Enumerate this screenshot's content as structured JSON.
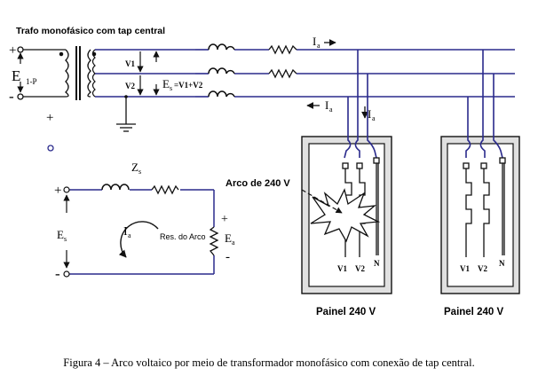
{
  "transformer": {
    "title": "Trafo monofásico com tap central",
    "primary_label": "E",
    "primary_sub": "1-P",
    "sec_v1": "V1",
    "sec_v2": "V2",
    "es_main": "E",
    "es_sub": "s",
    "es_rest": "=V1+V2",
    "plus": "+",
    "minus": "-",
    "plus2": "+"
  },
  "currents": {
    "top_main": "I",
    "top_sub": "a",
    "mid_main": "I",
    "mid_sub": "a",
    "down_main": "I",
    "down_sub": "a"
  },
  "equivalent": {
    "zs_main": "Z",
    "zs_sub": "s",
    "es_main": "E",
    "es_sub": "s",
    "ia_main": "I",
    "ia_sub": "a",
    "ea_main": "E",
    "ea_sub": "a",
    "res_label": "Res. do Arco",
    "plus_left": "+",
    "minus_left": "-",
    "plus_right": "+",
    "minus_right": "-"
  },
  "arc_label": "Arco de 240 V",
  "panels": [
    {
      "title": "Painel 240 V",
      "bus_labels": [
        "V1",
        "V2",
        "N"
      ]
    },
    {
      "title": "Painel 240 V",
      "bus_labels": [
        "V1",
        "V2",
        "N"
      ]
    }
  ],
  "caption": "Figura 4 – Arco voltaico por meio de transformador monofásico com conexão de tap central.",
  "colors": {
    "line": "#2a2a8c",
    "ink": "#111111",
    "panel_fill": "#e0e0e0",
    "arc_fill": "#ffffff"
  }
}
